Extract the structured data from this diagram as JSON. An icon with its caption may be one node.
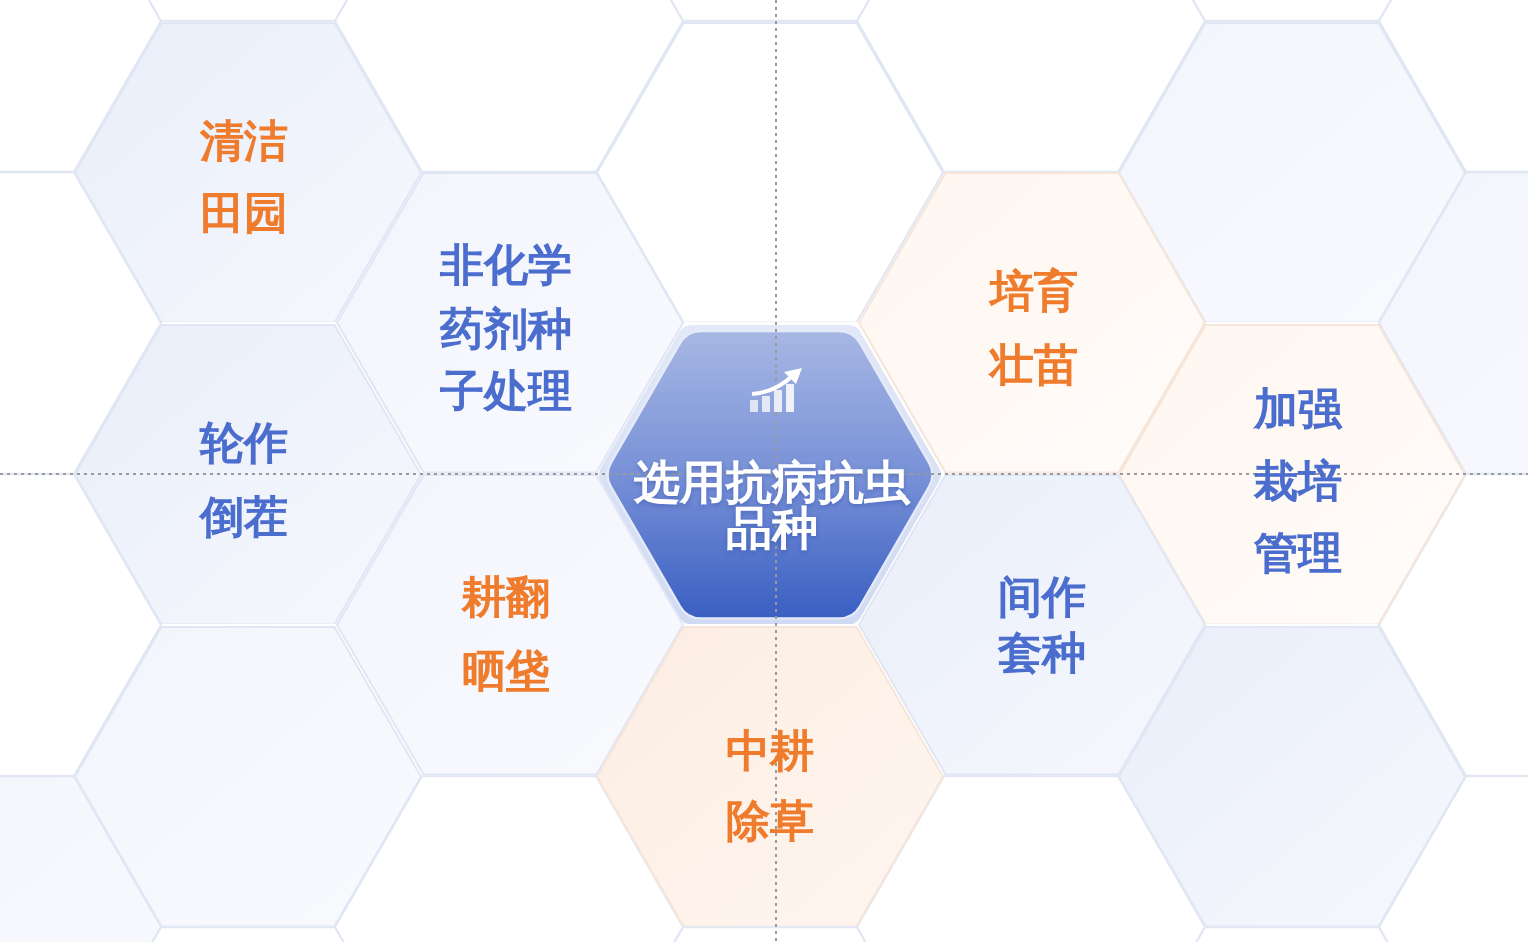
{
  "diagram": {
    "nodes": [
      {
        "text": [
          "清洁田园"
        ]
      },
      {
        "text": [],
        "shape": "hexagon"
      },
      {
        "text": [],
        "shape": "hexagon"
      },
      {
        "text": [
          "非化学药剂种子处理"
        ]
      },
      {
        "text": [
          "培育壮苗"
        ]
      },
      {
        "text": [
          "轮作倒茬"
        ]
      },
      {
        "text": [
          "选用抗病抗虫品种"
        ]
      },
      {
        "text": [
          "加强栽培管理"
        ]
      },
      {
        "text": [
          "耕翻晒垡"
        ]
      },
      {
        "text": [
          "间作套种"
        ]
      },
      {
        "text": [],
        "shape": "hexagon"
      },
      {
        "text": [
          "中耕除草"
        ]
      },
      {
        "text": [],
        "shape": "hexagon"
      }
    ]
  }
}
